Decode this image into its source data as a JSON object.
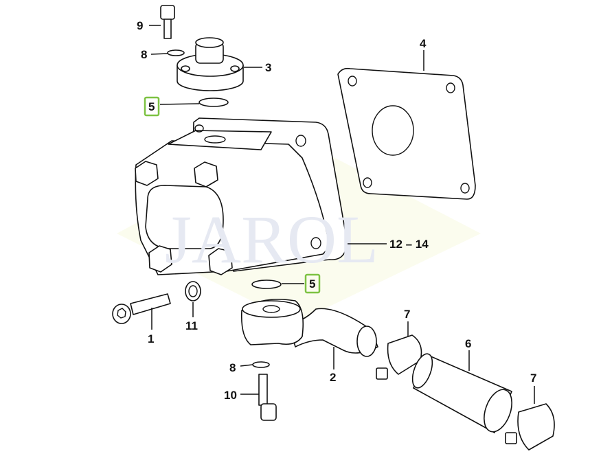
{
  "watermark": "JAROL",
  "highlight_color": "#7dc242",
  "callouts": [
    {
      "id": "9",
      "label": "9"
    },
    {
      "id": "8a",
      "label": "8"
    },
    {
      "id": "3",
      "label": "3"
    },
    {
      "id": "5a",
      "label": "5",
      "highlighted": true
    },
    {
      "id": "4",
      "label": "4"
    },
    {
      "id": "12-14",
      "label": "12 – 14"
    },
    {
      "id": "5b",
      "label": "5",
      "highlighted": true
    },
    {
      "id": "1",
      "label": "1"
    },
    {
      "id": "11",
      "label": "11"
    },
    {
      "id": "7a",
      "label": "7"
    },
    {
      "id": "6",
      "label": "6"
    },
    {
      "id": "2",
      "label": "2"
    },
    {
      "id": "8b",
      "label": "8"
    },
    {
      "id": "10",
      "label": "10"
    },
    {
      "id": "7b",
      "label": "7"
    }
  ]
}
